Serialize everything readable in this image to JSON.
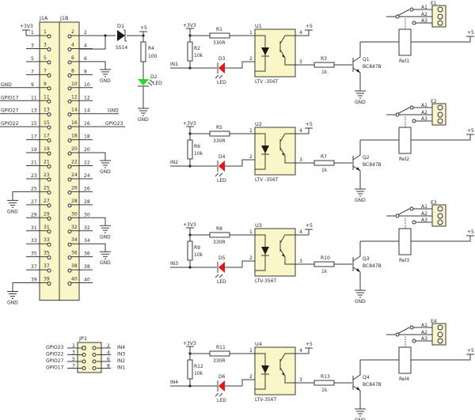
{
  "colors": {
    "wire": "#3a3a3a",
    "header_fill": "#fbf6c8",
    "led_green": "#22dd22",
    "led_red": "#ee1111"
  },
  "header": {
    "left_label": "J1A",
    "right_label": "J1B",
    "rows": [
      {
        "l": "1",
        "r": "2"
      },
      {
        "l": "3",
        "r": "4"
      },
      {
        "l": "5",
        "r": "6"
      },
      {
        "l": "7",
        "r": "8"
      },
      {
        "l": "9",
        "r": "10"
      },
      {
        "l": "11",
        "r": "12"
      },
      {
        "l": "13",
        "r": "14"
      },
      {
        "l": "15",
        "r": "16"
      },
      {
        "l": "17",
        "r": "18"
      },
      {
        "l": "19",
        "r": "20"
      },
      {
        "l": "21",
        "r": "22"
      },
      {
        "l": "23",
        "r": "24"
      },
      {
        "l": "25",
        "r": "26"
      },
      {
        "l": "27",
        "r": "28"
      },
      {
        "l": "29",
        "r": "30"
      },
      {
        "l": "31",
        "r": "32"
      },
      {
        "l": "33",
        "r": "34"
      },
      {
        "l": "35",
        "r": "36"
      },
      {
        "l": "37",
        "r": "38"
      },
      {
        "l": "39",
        "r": "40"
      }
    ],
    "net_labels": {
      "pin1": "+3V3",
      "pin9": "GND",
      "pin11": "GPIO17",
      "pin13": "GPIO27",
      "pin15": "GPIO22",
      "pin14": "GND",
      "pin16": "GPIO23",
      "gnd": "GND"
    }
  },
  "power": {
    "d1_ref": "D1",
    "d1_value": "SS14",
    "plus5": "+5",
    "r4_ref": "R4",
    "r4_value": "100",
    "d2_ref": "D2",
    "d2_value": "LED",
    "gnd": "GND"
  },
  "channels": [
    {
      "input": "IN1",
      "vcc": "+3V3",
      "r_series": "R1",
      "r_series_value": "330R",
      "r_pull": "R2",
      "r_pull_value": "10k",
      "led": "D3",
      "led_value": "LED",
      "opto": "U1",
      "opto_value": "LTV -356T",
      "r_base": "R3",
      "r_base_value": "1k",
      "transistor": "Q1",
      "transistor_value": "BC847B",
      "relay": "Rel1",
      "terminal": "E1",
      "contacts": [
        "A1",
        "A2",
        "A3"
      ],
      "plus5": "+5",
      "gnd": "GND",
      "pins": [
        "1",
        "2",
        "3",
        "4"
      ]
    },
    {
      "input": "IN2",
      "vcc": "+3V3",
      "r_series": "R5",
      "r_series_value": "330R",
      "r_pull": "R6",
      "r_pull_value": "10k",
      "led": "D4",
      "led_value": "LED",
      "opto": "U2",
      "opto_value": "LTV -356T",
      "r_base": "R7",
      "r_base_value": "1k",
      "transistor": "Q2",
      "transistor_value": "BC847B",
      "relay": "Rel2",
      "terminal": "E2",
      "contacts": [
        "A1",
        "A2",
        "A3"
      ],
      "plus5": "+5",
      "gnd": "GND",
      "pins": [
        "1",
        "2",
        "3",
        "4"
      ]
    },
    {
      "input": "IN3",
      "vcc": "+3V3",
      "r_series": "R8",
      "r_series_value": "330R",
      "r_pull": "R9",
      "r_pull_value": "10k",
      "led": "D5",
      "led_value": "LED",
      "opto": "U3",
      "opto_value": "LTV-356T",
      "r_base": "R10",
      "r_base_value": "1k",
      "transistor": "Q3",
      "transistor_value": "BC847B",
      "relay": "Rel3",
      "terminal": "E3",
      "contacts": [
        "A1",
        "A2",
        "A3"
      ],
      "plus5": "+5",
      "gnd": "GND",
      "pins": [
        "1",
        "2",
        "3",
        "4"
      ]
    },
    {
      "input": "IN4",
      "vcc": "+3V3",
      "r_series": "R11",
      "r_series_value": "330R",
      "r_pull": "R12",
      "r_pull_value": "10k",
      "led": "D6",
      "led_value": "LED",
      "opto": "U4",
      "opto_value": "LTV-356T",
      "r_base": "R13",
      "r_base_value": "1k",
      "transistor": "Q4",
      "transistor_value": "BC847B",
      "relay": "Rel4",
      "terminal": "E4",
      "contacts": [
        "A1",
        "A2",
        "A3"
      ],
      "plus5": "+5",
      "gnd": "GND",
      "pins": [
        "1",
        "2",
        "3",
        "4"
      ]
    }
  ],
  "jumper": {
    "ref": "JP1",
    "rows": [
      {
        "left_net": "GPIO23",
        "left_pin": "1",
        "right_pin": "2",
        "right_net": "IN4"
      },
      {
        "left_net": "GPIO22",
        "left_pin": "3",
        "right_pin": "4",
        "right_net": "IN3"
      },
      {
        "left_net": "GPIO27",
        "left_pin": "5",
        "right_pin": "6",
        "right_net": "IN2"
      },
      {
        "left_net": "GPIO17",
        "left_pin": "7",
        "right_pin": "8",
        "right_net": "IN1"
      }
    ]
  }
}
